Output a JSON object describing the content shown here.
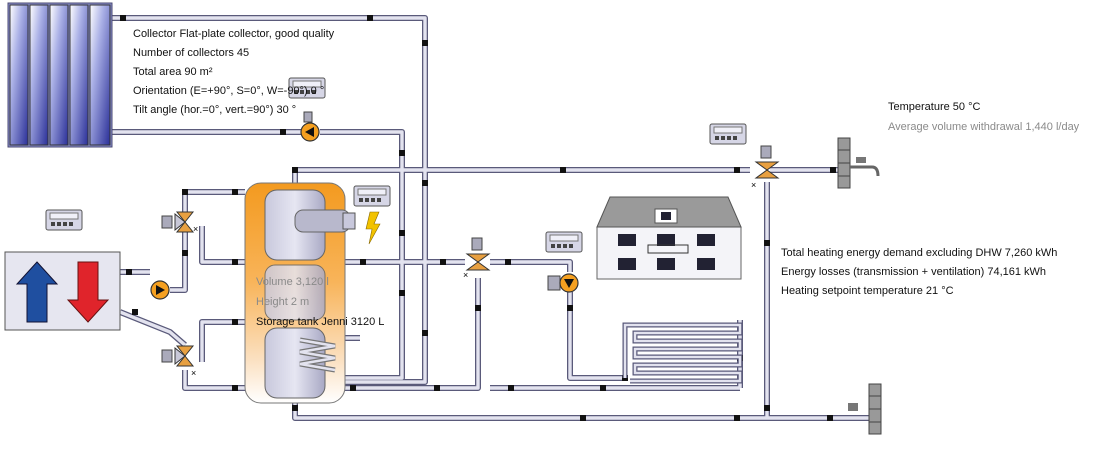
{
  "collector": {
    "type_label": "Collector Flat-plate collector, good quality",
    "count_label": "Number of collectors 45",
    "area_label": "Total area 90 m²",
    "orientation_label": "Orientation (E=+90°, S=0°, W=-90°) 0 °",
    "tilt_label": "Tilt angle (hor.=0°, vert.=90°) 30 °"
  },
  "storage": {
    "volume_label": "Volume 3,120 l",
    "height_label": "Height 2 m",
    "name_label": "Storage tank Jenni 3120 L"
  },
  "dhw": {
    "temperature_label": "Temperature 50 °C",
    "withdrawal_label": "Average volume withdrawal 1,440 l/day"
  },
  "building": {
    "demand_label": "Total heating energy demand excluding DHW 7,260 kWh",
    "losses_label": "Energy losses (transmission + ventilation) 74,161 kWh",
    "setpoint_label": "Heating setpoint temperature 21 °C"
  },
  "colors": {
    "pipe_fill": "#e3e3ef",
    "pipe_edge": "#5a5a7a",
    "tank_orange": "#f5a028",
    "collector_blue": "#2a35a0",
    "heat_up_blue": "#1f4fa0",
    "heat_down_red": "#e0242b",
    "pump_orange": "#f5a020"
  }
}
